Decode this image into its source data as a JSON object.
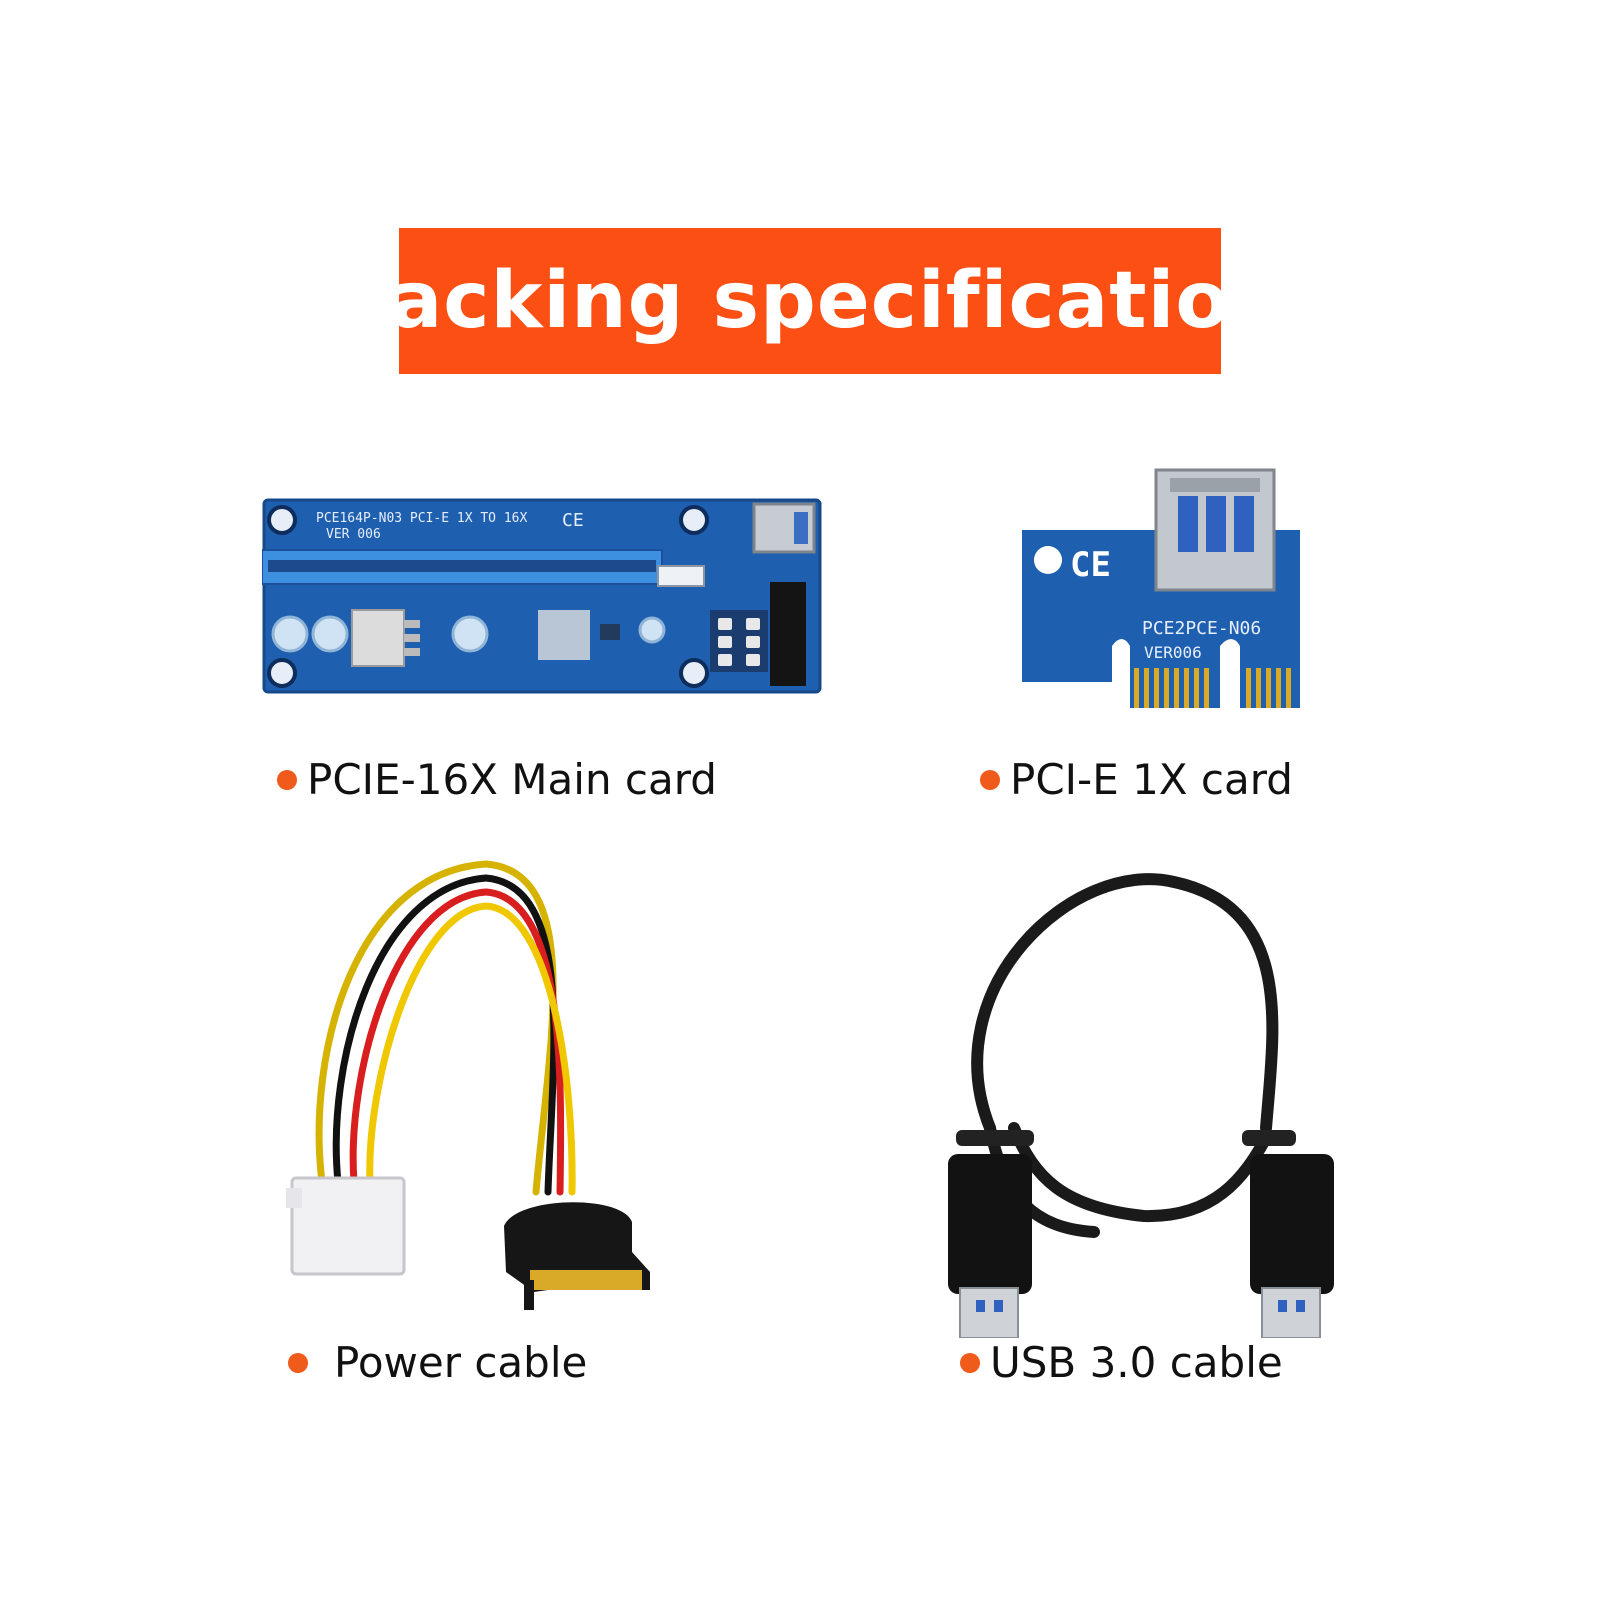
{
  "banner": {
    "title": "Packing specification",
    "color": "#fb4f14"
  },
  "items": [
    {
      "caption": "PCIE-16X Main card",
      "icon": "pcie-16x-riser-board-image",
      "board_text_1": "PCE164P-N03  PCI-E 1X TO 16X",
      "board_text_2": "VER 006",
      "board_mark": "CE"
    },
    {
      "caption": "PCI-E 1X card",
      "icon": "pcie-1x-adapter-card-image",
      "board_text_1": "PCE2PCE-N06",
      "board_text_2": "VER006",
      "board_mark": "CE"
    },
    {
      "caption": "Power cable",
      "icon": "molex-to-sata-power-cable-image"
    },
    {
      "caption": "USB 3.0 cable",
      "icon": "usb3-cable-image"
    }
  ],
  "colors": {
    "bullet": "#f05a1a",
    "pcb_blue": "#1f5fb0"
  }
}
